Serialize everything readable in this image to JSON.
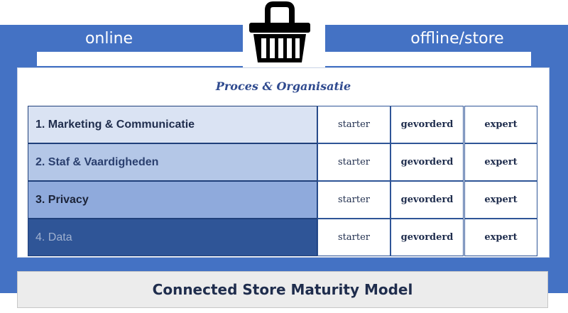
{
  "header": {
    "left_label": "online",
    "right_label": "offline/store",
    "center_icon": "shopping-basket-icon"
  },
  "panel": {
    "title": "Proces & Organisatie",
    "rows": [
      {
        "category": "1. Marketing & Communicatie",
        "color": "#dae3f3",
        "text_color": "#1f2d4d",
        "levels": [
          "starter",
          "gevorderd",
          "expert"
        ]
      },
      {
        "category": "2. Staf & Vaardigheden",
        "color": "#b4c7e7",
        "text_color": "#2a3f6e",
        "levels": [
          "starter",
          "gevorderd",
          "expert"
        ]
      },
      {
        "category": "3. Privacy",
        "color": "#8faadc",
        "text_color": "#1b2338",
        "levels": [
          "starter",
          "gevorderd",
          "expert"
        ]
      },
      {
        "category": "4. Data",
        "color": "#2f5597",
        "text_color": "#9fb0cf",
        "levels": [
          "starter",
          "gevorderd",
          "expert"
        ]
      }
    ]
  },
  "footer": {
    "title": "Connected Store Maturity Model"
  },
  "colors": {
    "frame": "#4472c4",
    "title": "#2f4a8f"
  }
}
